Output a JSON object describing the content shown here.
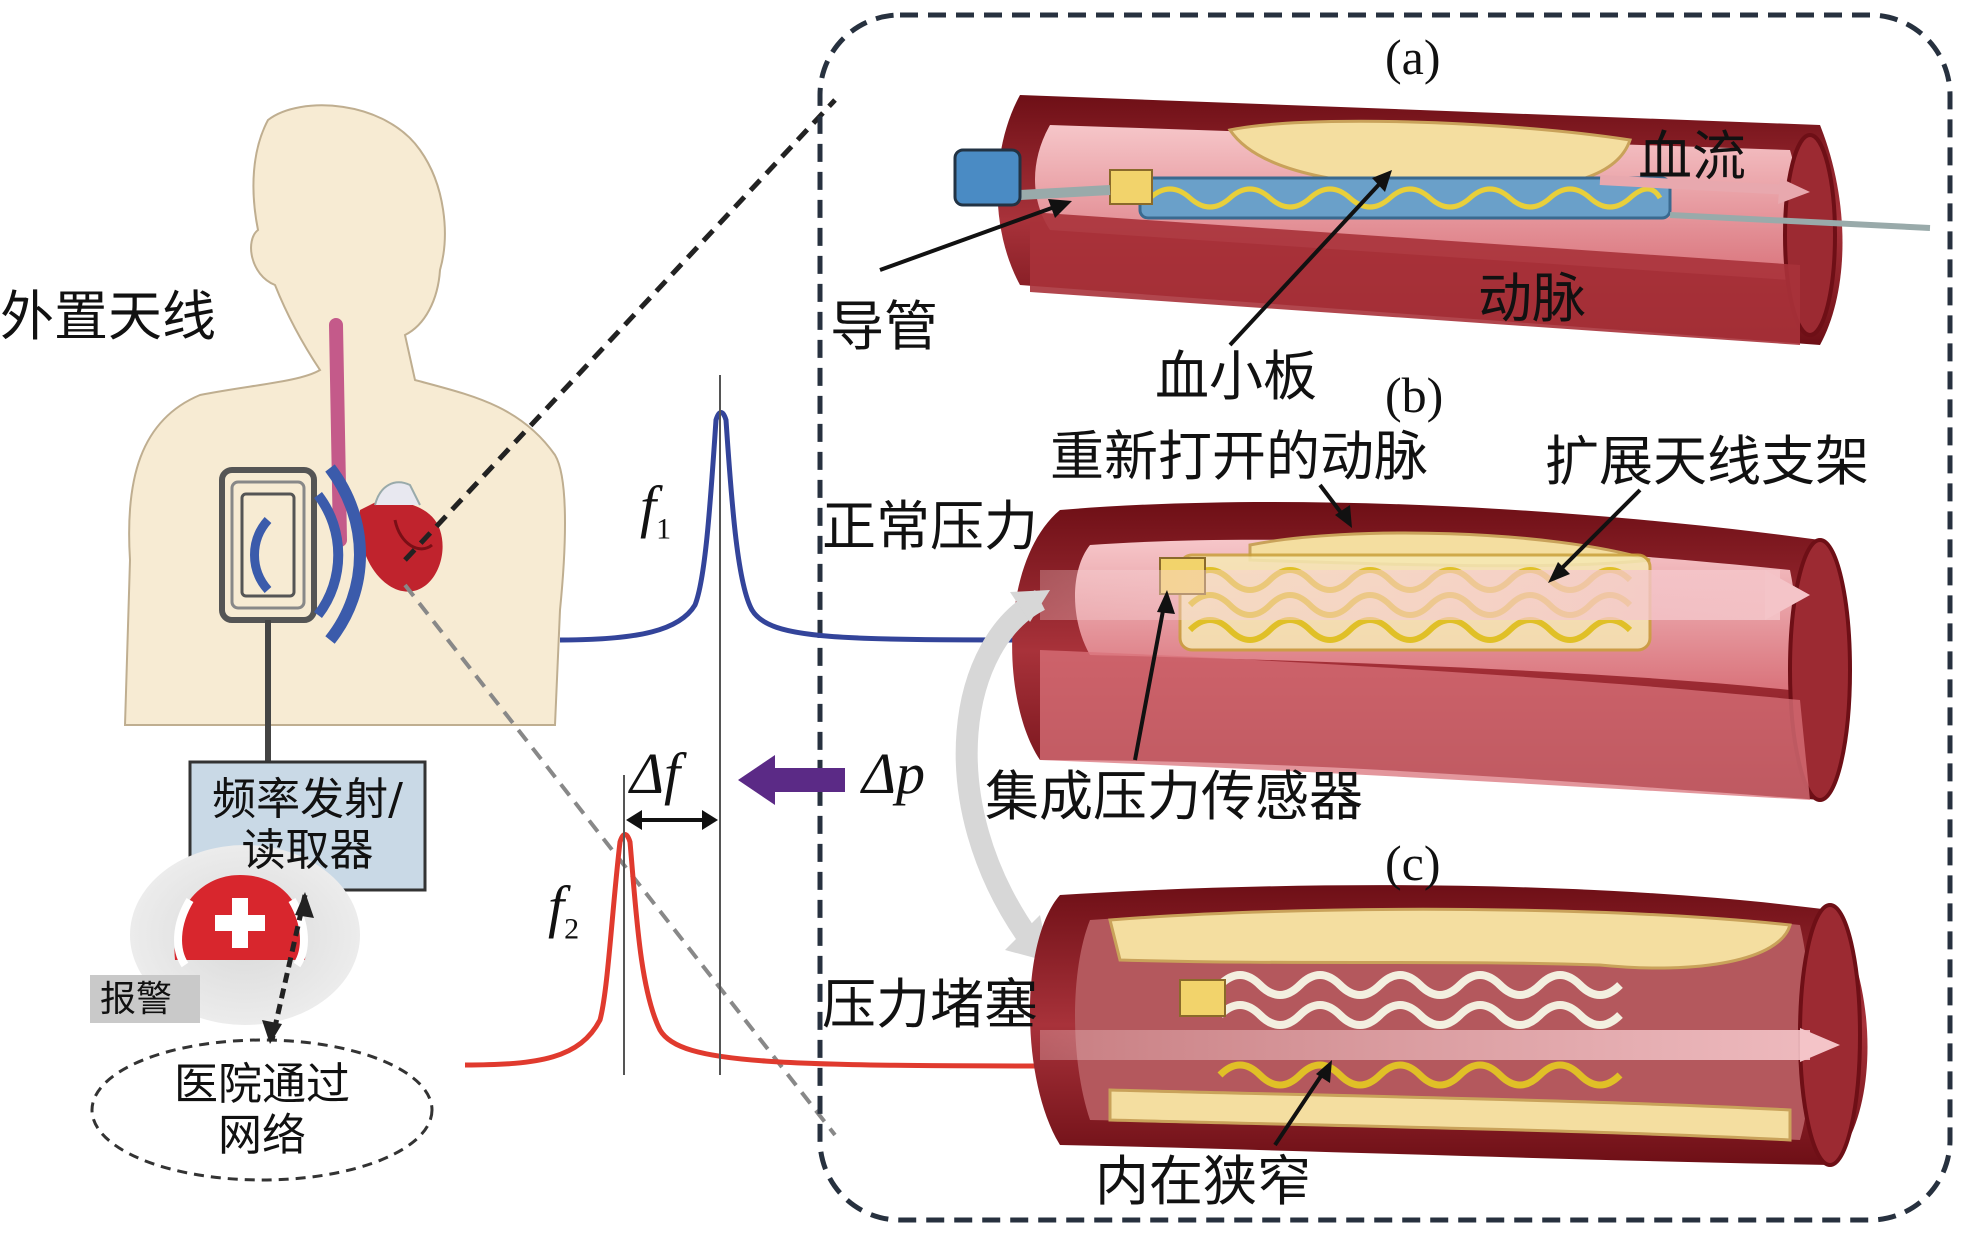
{
  "labels": {
    "external_antenna": "外置天线",
    "transmitter_reader_line1": "频率发射/",
    "transmitter_reader_line2": "读取器",
    "alarm": "报警",
    "hospital_line1": "医院通过",
    "hospital_line2": "网络",
    "catheter": "导管",
    "platelet": "血小板",
    "blood_flow": "血流",
    "artery": "动脉",
    "reopened_artery": "重新打开的动脉",
    "expanded_antenna_stent": "扩展天线支架",
    "normal_pressure": "正常压力",
    "integrated_pressure_sensor": "集成压力传感器",
    "pressure_blockage": "压力堵塞",
    "intrinsic_stenosis": "内在狭窄"
  },
  "panels": {
    "a": "(a)",
    "b": "(b)",
    "c": "(c)"
  },
  "symbols": {
    "f1_base": "f",
    "f1_sub": "1",
    "f2_base": "f",
    "f2_sub": "2",
    "delta_f": "Δf",
    "delta_p": "Δp"
  },
  "colors": {
    "artery_outer": "#8b1a1f",
    "artery_inner": "#e9a0a6",
    "plaque": "#f4deA0",
    "stent": "#e8cf3a",
    "curve_f1": "#33449a",
    "curve_f2": "#e03a2e",
    "arrow_dp": "#5b2a86",
    "reader_box": "#c9d9e6",
    "body_skin": "#f7ebd3"
  }
}
